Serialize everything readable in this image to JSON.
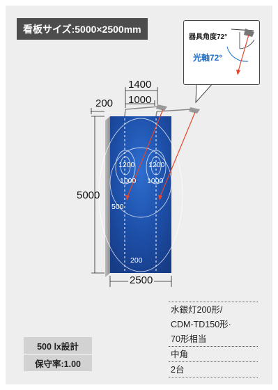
{
  "title": "看板サイズ:5000×2500mm",
  "callout": {
    "fixture_angle": "器具角度72°",
    "optical_axis": "光軸72°"
  },
  "dimensions": {
    "offset": "200",
    "spacing": "1400",
    "distance": "1000",
    "height": "5000",
    "width": "2500"
  },
  "isolux_labels": [
    "1200",
    "1200",
    "1000",
    "1000",
    "500",
    "200"
  ],
  "spec_lines": [
    "水銀灯200形/",
    "CDM-TD150形·",
    "70形相当",
    "中角",
    "2台"
  ],
  "design": {
    "illuminance": "500 lx設計",
    "maintenance": "保守率:1.00"
  },
  "colors": {
    "panel_background": "#eeeeee",
    "title_background": "#4d4d4d",
    "signboard_blue": "#1d4fa8",
    "beam_red": "#e5462d",
    "axis_blue": "#1e6fc8"
  }
}
